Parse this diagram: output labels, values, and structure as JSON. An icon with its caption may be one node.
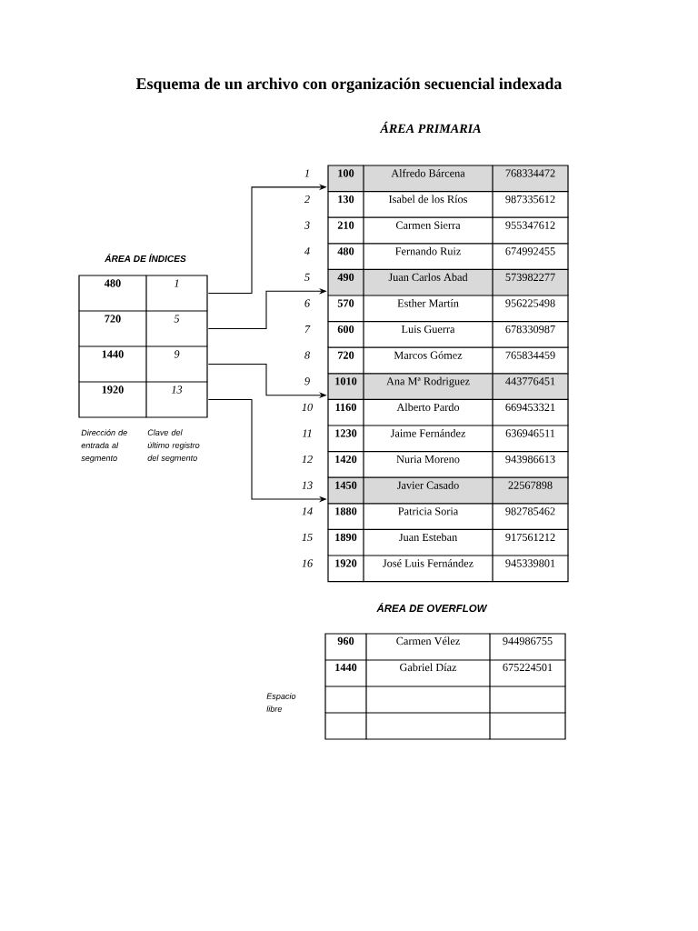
{
  "diagram": {
    "title": "Esquema de un archivo con organización secuencial indexada",
    "nodes": [
      {
        "text": [
          "ÁREA PRIMARIA"
        ]
      },
      {
        "text": [
          "100",
          "Alfredo Bárcena",
          "768334472"
        ],
        "beside": [
          "1"
        ],
        "in": 0
      },
      {
        "text": [
          "130",
          "Isabel de los Ríos",
          "987335612"
        ],
        "beside": [
          "2"
        ],
        "in": 0
      },
      {
        "text": [
          "210",
          "Carmen Sierra",
          "955347612"
        ],
        "beside": [
          "3"
        ],
        "in": 0
      },
      {
        "text": [
          "480",
          "Fernando Ruiz",
          "674992455"
        ],
        "beside": [
          "4"
        ],
        "in": 0
      },
      {
        "text": [
          "490",
          "Juan Carlos Abad",
          "573982277"
        ],
        "beside": [
          "5"
        ],
        "in": 0
      },
      {
        "text": [
          "570",
          "Esther Martín",
          "956225498"
        ],
        "beside": [
          "6"
        ],
        "in": 0
      },
      {
        "text": [
          "600",
          "Luis Guerra",
          "678330987"
        ],
        "beside": [
          "7"
        ],
        "in": 0
      },
      {
        "text": [
          "720",
          "Marcos Gómez",
          "765834459"
        ],
        "beside": [
          "8"
        ],
        "in": 0
      },
      {
        "text": [
          "1010",
          "Ana Mª Rodriguez",
          "443776451"
        ],
        "beside": [
          "9"
        ],
        "in": 0
      },
      {
        "text": [
          "1160",
          "Alberto Pardo",
          "669453321"
        ],
        "beside": [
          "10"
        ],
        "in": 0
      },
      {
        "text": [
          "1230",
          "Jaime Fernández",
          "636946511"
        ],
        "beside": [
          "11"
        ],
        "in": 0
      },
      {
        "text": [
          "1420",
          "Nuria Moreno",
          "943986613"
        ],
        "beside": [
          "12"
        ],
        "in": 0
      },
      {
        "text": [
          "1450",
          "Javier Casado",
          "22567898"
        ],
        "beside": [
          "13"
        ],
        "in": 0
      },
      {
        "text": [
          "1880",
          "Patricia Soria",
          "982785462"
        ],
        "beside": [
          "14"
        ],
        "in": 0
      },
      {
        "text": [
          "1890",
          "Juan Esteban",
          "917561212"
        ],
        "beside": [
          "15"
        ],
        "in": 0
      },
      {
        "text": [
          "1920",
          "José Luis Fernández",
          "945339801"
        ],
        "beside": [
          "16"
        ],
        "in": 0
      },
      {
        "text": [
          "ÁREA DE ÍNDICES"
        ]
      },
      {
        "text": [
          "480",
          "1"
        ],
        "in": 17
      },
      {
        "text": [
          "720",
          "5"
        ],
        "in": 17
      },
      {
        "text": [
          "1440",
          "9"
        ],
        "in": 17
      },
      {
        "text": [
          "1920",
          "13"
        ],
        "in": 17
      },
      {
        "text": [
          "ÁREA DE OVERFLOW"
        ]
      },
      {
        "text": [
          "960",
          "Carmen Vélez",
          "944986755"
        ],
        "in": 22
      },
      {
        "text": [
          "1440",
          "Gabriel Díaz",
          "675224501"
        ],
        "in": 22
      },
      {
        "text": [],
        "shape": "box",
        "in": 22
      },
      {
        "text": [],
        "shape": "box",
        "in": 22
      }
    ],
    "edges": [
      {
        "from": 18,
        "to": 1,
        "arrow": "to"
      },
      {
        "from": 19,
        "to": 5,
        "arrow": "to"
      },
      {
        "from": 20,
        "to": 9,
        "arrow": "to"
      },
      {
        "from": 21,
        "to": 13,
        "arrow": "to"
      }
    ],
    "labels": [
      "Dirección de entrada al segmento",
      "Clave del último registro del segmento",
      "Espacio libre"
    ]
  }
}
